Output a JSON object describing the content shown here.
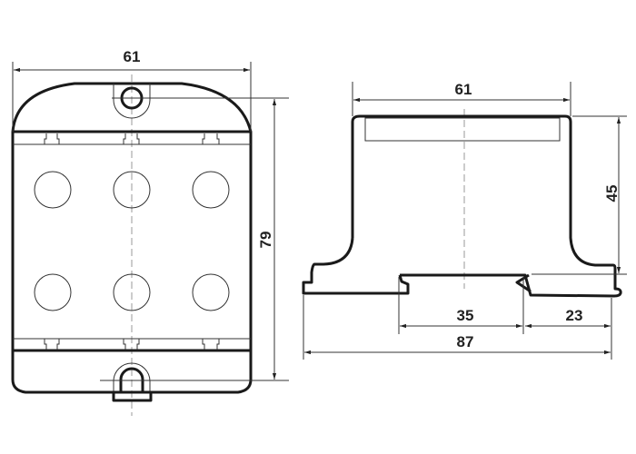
{
  "front_view": {
    "width_dimension": "61",
    "height_dimension": "79",
    "terminal_rows": 2,
    "terminals_per_row": 3
  },
  "side_view": {
    "width_dimension": "61",
    "height_dimension": "45",
    "rail_dimension": "35",
    "offset_dimension": "23",
    "total_depth_dimension": "87"
  }
}
